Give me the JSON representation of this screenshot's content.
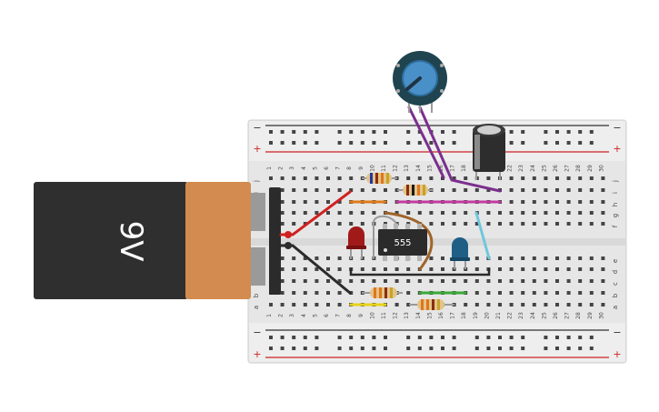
{
  "battery": {
    "label": "9V",
    "body_color": "#2f2f2f",
    "cap_color": "#d38b4f"
  },
  "breadboard": {
    "body_color": "#e8e8e8",
    "column_numbers": [
      "1",
      "2",
      "3",
      "4",
      "5",
      "6",
      "7",
      "8",
      "9",
      "10",
      "11",
      "12",
      "13",
      "14",
      "15",
      "16",
      "17",
      "18",
      "19",
      "20",
      "21",
      "22",
      "23",
      "24",
      "25",
      "26",
      "27",
      "28",
      "29",
      "30"
    ],
    "row_letters_top": [
      "j",
      "i",
      "h",
      "g",
      "f"
    ],
    "row_letters_bottom": [
      "e",
      "d",
      "c",
      "b",
      "a"
    ],
    "rail_minus": "−",
    "rail_plus": "+",
    "rail_minus_color": "#333333",
    "rail_plus_color": "#cc2222"
  },
  "chip": {
    "label": "555",
    "color": "#2b2b2b"
  },
  "components": {
    "potentiometer_color": "#4a90c8",
    "capacitor_color": "#2d2d2d",
    "led_red_color": "#a11a1a",
    "led_blue_color": "#1f5f86"
  },
  "wires": {
    "red": "#d02020",
    "black": "#2b2b2b",
    "purple": "#7b2f8e",
    "magenta": "#c23ba0",
    "orange": "#e07b1a",
    "yellow": "#e6d21a",
    "green": "#3aa83a",
    "cyan": "#6fc7dd",
    "brown": "#a0652a",
    "gray": "#9a9a9a"
  }
}
